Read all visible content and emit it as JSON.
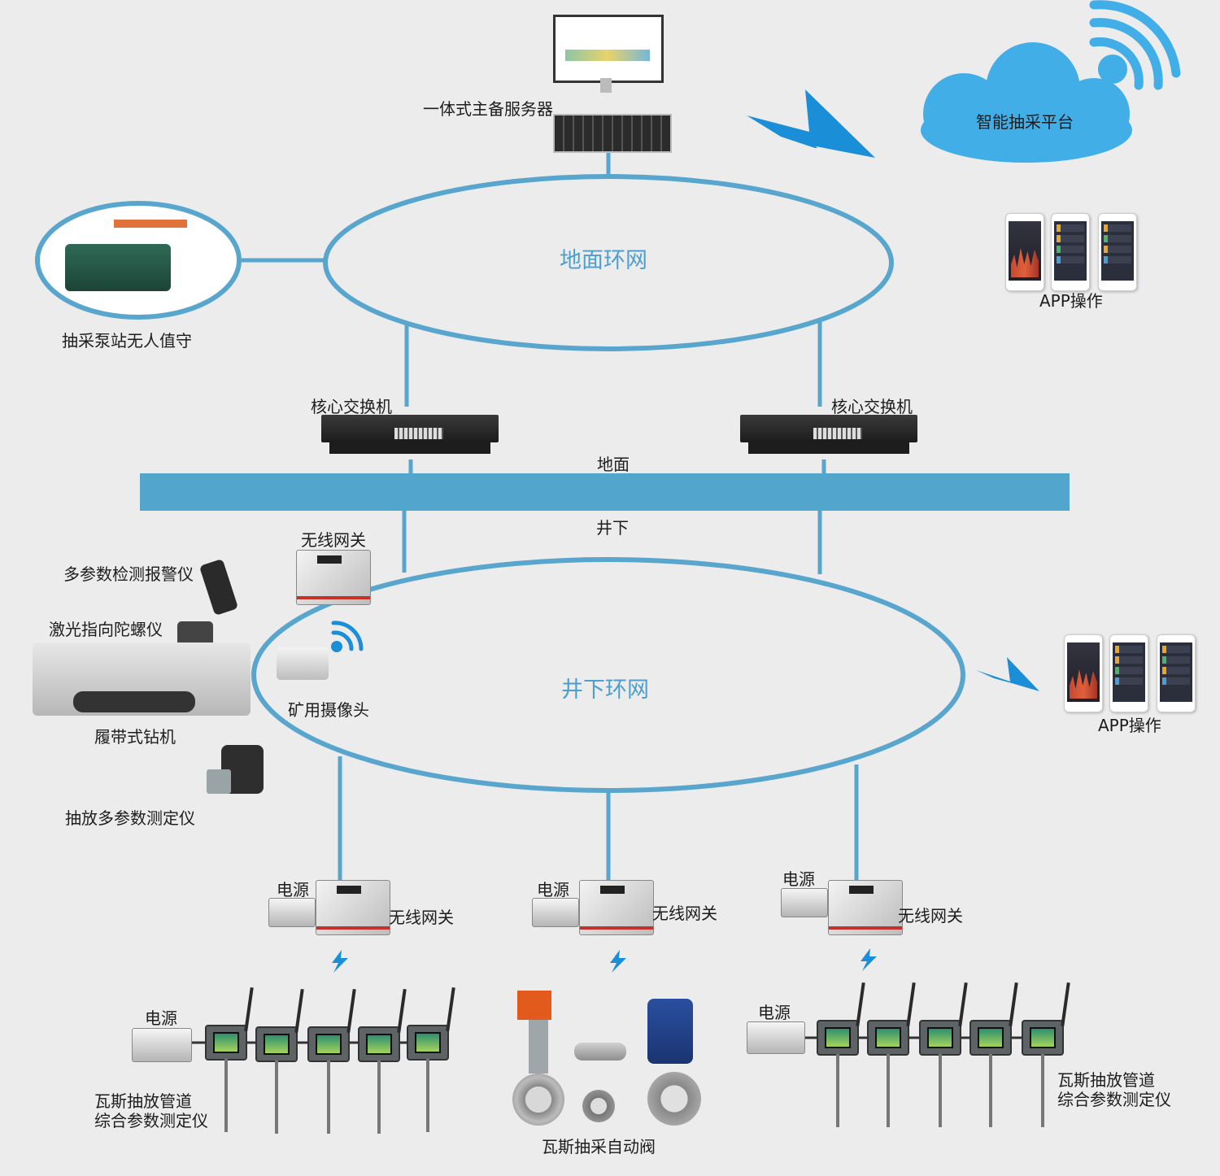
{
  "cloud": {
    "label": "智能抽采平台"
  },
  "server": {
    "label": "一体式主备服务器"
  },
  "surface_ring": {
    "label": "地面环网"
  },
  "pump_station": {
    "label": "抽采泵站无人值守"
  },
  "app_surface": {
    "label": "APP操作"
  },
  "core_switch_left": {
    "label": "核心交换机"
  },
  "core_switch_right": {
    "label": "核心交换机"
  },
  "boundary": {
    "above": "地面",
    "below": "井下"
  },
  "underground_ring": {
    "label": "井下环网"
  },
  "left_devices": {
    "gateway": "无线网关",
    "gas_alarm": "多参数检测报警仪",
    "laser_gyro": "激光指向陀螺仪",
    "camera": "矿用摄像头",
    "drill": "履带式钻机",
    "drainage_meter": "抽放多参数测定仪"
  },
  "app_underground": {
    "label": "APP操作"
  },
  "branches": [
    {
      "power": "电源",
      "gateway": "无线网关"
    },
    {
      "power": "电源",
      "gateway": "无线网关"
    },
    {
      "power": "电源",
      "gateway": "无线网关"
    }
  ],
  "bottom_left": {
    "power": "电源",
    "label_line1": "瓦斯抽放管道",
    "label_line2": "综合参数测定仪"
  },
  "bottom_middle": {
    "label": "瓦斯抽采自动阀"
  },
  "bottom_right": {
    "power": "电源",
    "label_line1": "瓦斯抽放管道",
    "label_line2": "综合参数测定仪"
  },
  "colors": {
    "network": "#58a6ce",
    "cloud": "#41aee7",
    "lightning": "#1a8fd8"
  }
}
